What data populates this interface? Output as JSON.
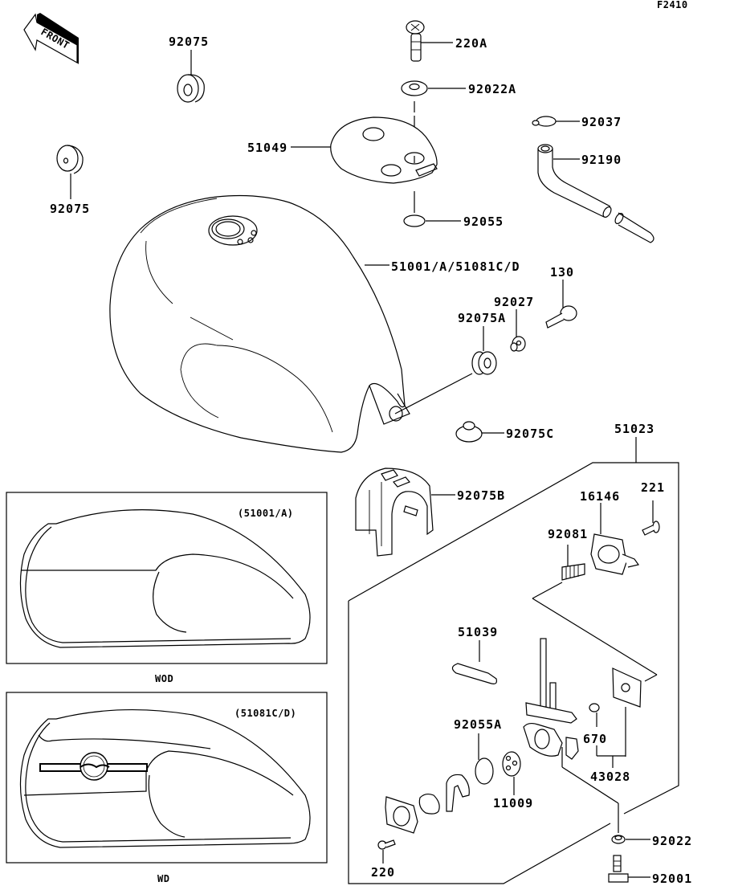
{
  "diagram": {
    "figure_code": "F2410",
    "front_arrow_label": "FRONT",
    "parts": {
      "tank": "51001/A/51081C/D",
      "cap_bolt": "220A",
      "washer_top": "92022A",
      "cover": "51049",
      "gasket_cap": "92055",
      "clamp": "92037",
      "hose": "92190",
      "damper_top": "92075",
      "damper_left": "92075",
      "bolt_130": "130",
      "collar": "92027",
      "damper_a": "92075A",
      "damper_c": "92075C",
      "damper_b": "92075B",
      "fuel_cock_assy": "51023",
      "lever_cover": "16146",
      "screw_221": "221",
      "spring": "92081",
      "gasket_51039": "51039",
      "oring_92055a": "92055A",
      "oring_670": "670",
      "plate_43028": "43028",
      "packing_11009": "11009",
      "washer_92022": "92022",
      "bolt_92001": "92001",
      "screw_220": "220"
    },
    "variants": [
      {
        "part_ref": "(51001/A)",
        "caption": "WOD"
      },
      {
        "part_ref": "(51081C/D)",
        "caption": "WD"
      }
    ]
  }
}
